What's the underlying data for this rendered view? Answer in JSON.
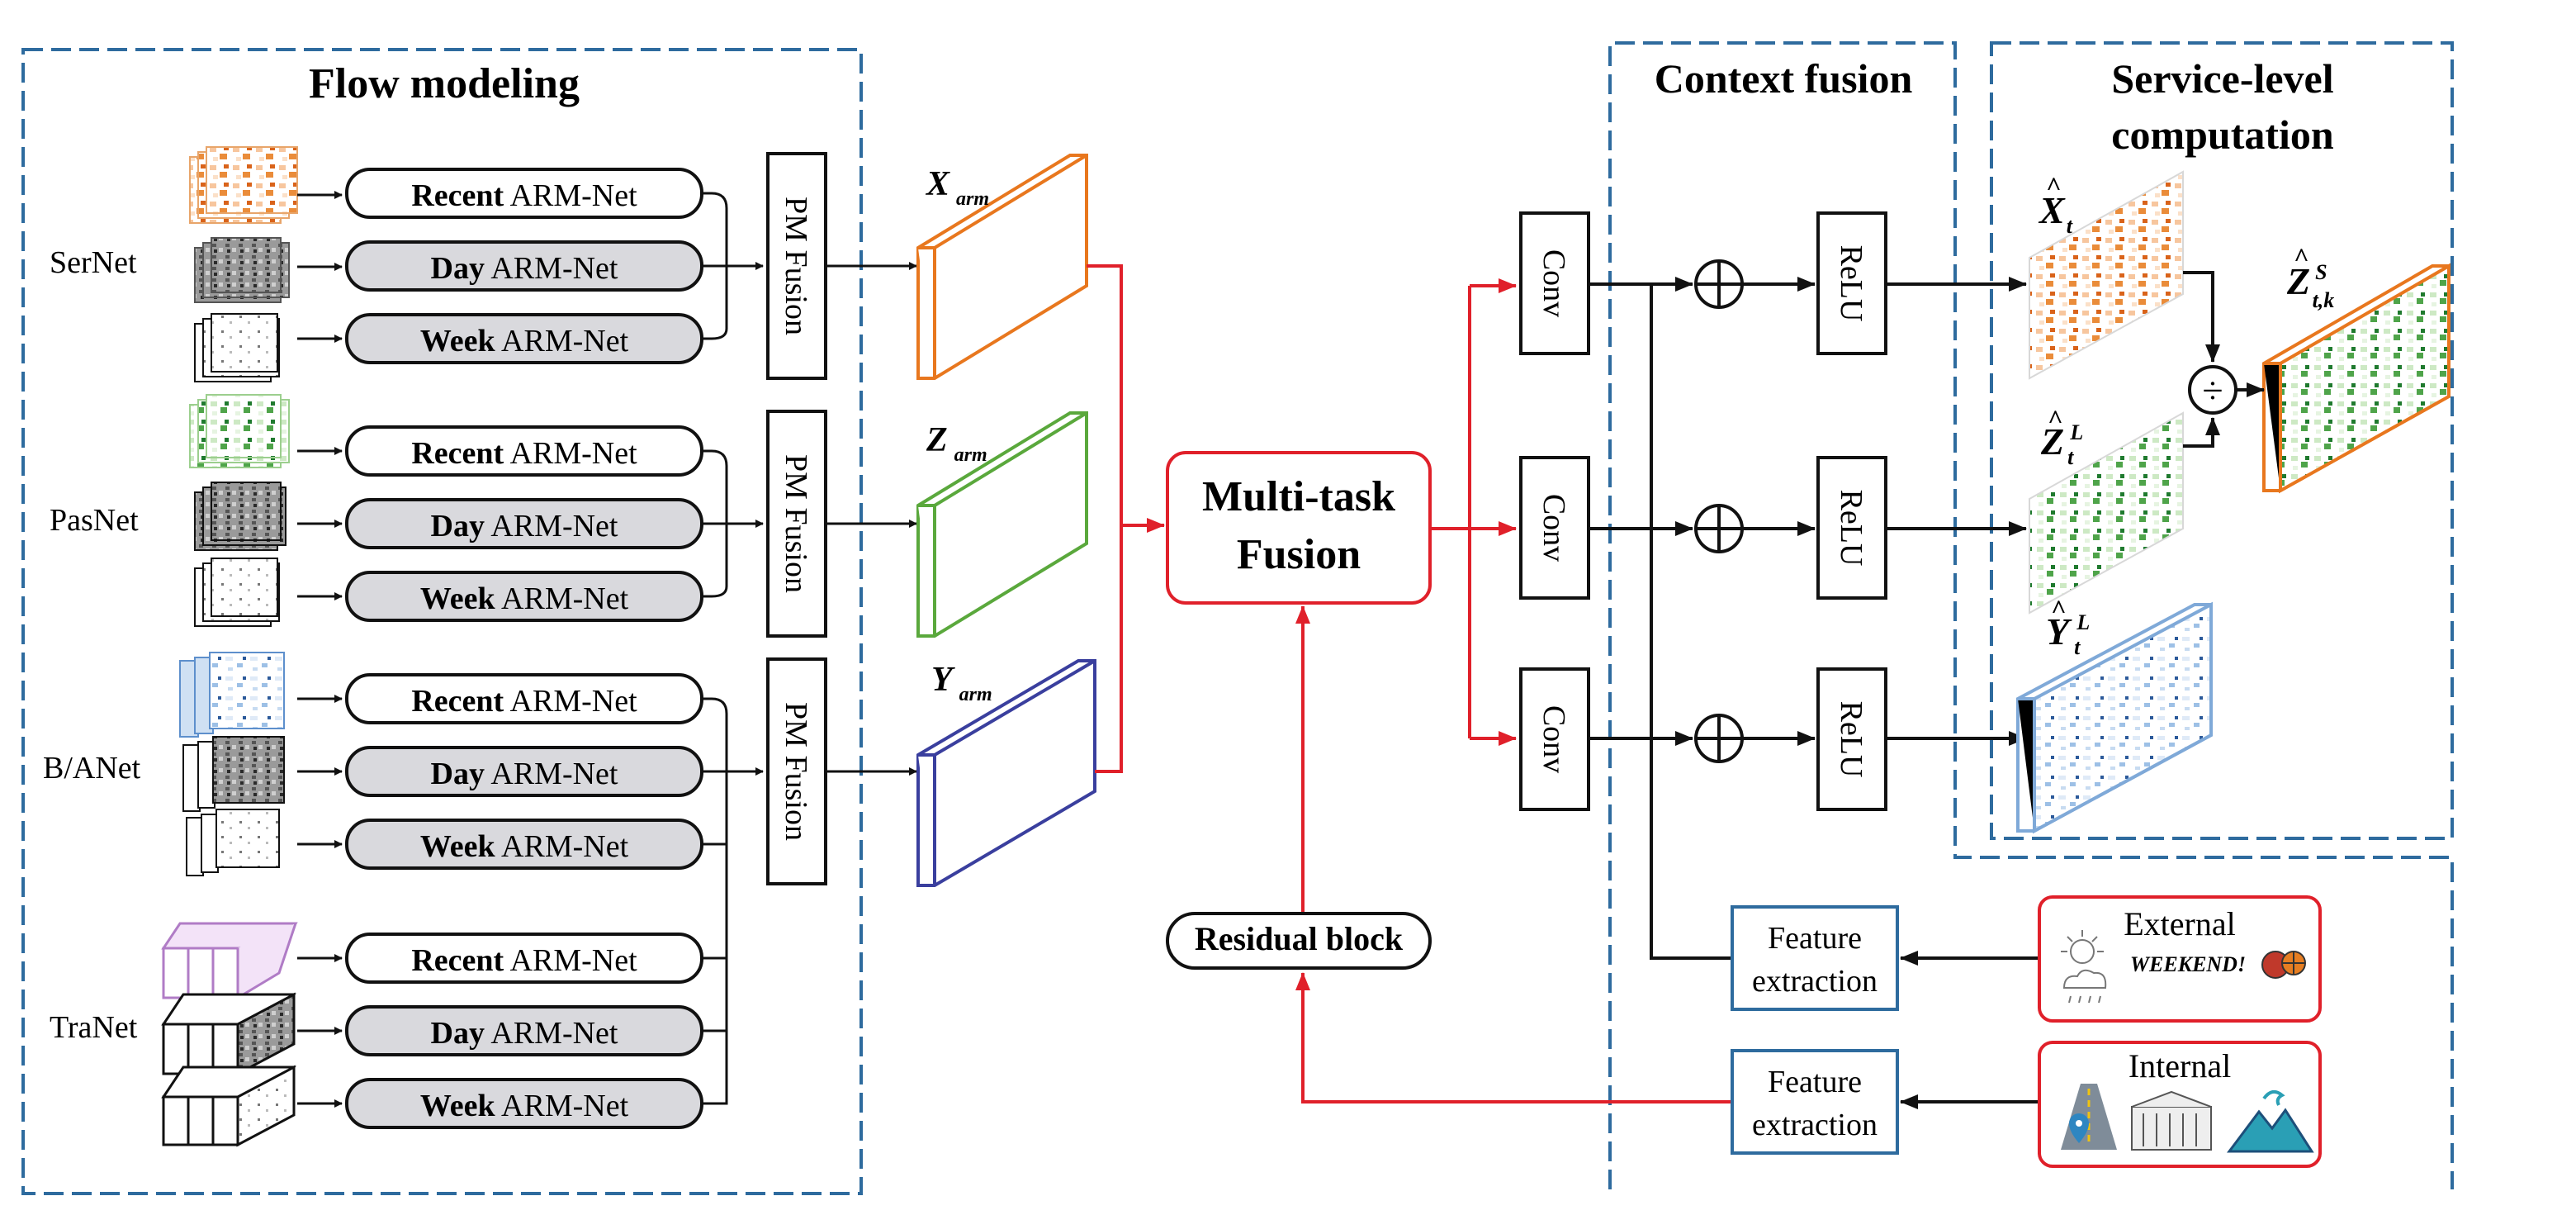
{
  "sections": {
    "flow_modeling": "Flow modeling",
    "context_fusion": "Context fusion",
    "service_level_line1": "Service-level",
    "service_level_line2": "computation"
  },
  "nets": [
    {
      "name": "SerNet"
    },
    {
      "name": "PasNet"
    },
    {
      "name": "B/ANet"
    },
    {
      "name": "TraNet"
    }
  ],
  "arm_blocks": {
    "recent": {
      "bold": "Recent",
      "rest": " ARM-Net"
    },
    "day": {
      "bold": "Day",
      "rest": " ARM-Net"
    },
    "week": {
      "bold": "Week",
      "rest": " ARM-Net"
    }
  },
  "pm_fusion": "PM Fusion",
  "arm_outputs": {
    "x": {
      "letter": "X",
      "sub": "arm"
    },
    "z": {
      "letter": "Z",
      "sub": "arm"
    },
    "y": {
      "letter": "Y",
      "sub": "arm"
    }
  },
  "multitask": {
    "line1": "Multi-task",
    "line2": "Fusion"
  },
  "residual_block": "Residual block",
  "conv": "Conv",
  "relu": "ReLU",
  "oplus": "⊕",
  "divide": "÷",
  "feature_extraction": {
    "line1": "Feature",
    "line2": "extraction"
  },
  "external": {
    "label": "External",
    "weekend": "WEEKEND!"
  },
  "internal": {
    "label": "Internal"
  },
  "service_maps": {
    "x_hat": {
      "letter": "X",
      "sub": "t"
    },
    "z_hat": {
      "letter": "Z",
      "sub": "t",
      "sup": "L"
    },
    "y_hat": {
      "letter": "Y",
      "sub": "t",
      "sup": "L"
    },
    "z_out": {
      "letter": "Z",
      "sub": "t,k",
      "sup": "S"
    }
  },
  "colors": {
    "frame_blue": "#2e6b9e",
    "fusion_red": "#e0202a",
    "orange": "#e8771e",
    "green": "#5aa83c",
    "navy": "#3a3f9e",
    "light_blue": "#7fa9d8",
    "purple": "#b07cc6",
    "arm_fill": "#d9d9dd"
  }
}
